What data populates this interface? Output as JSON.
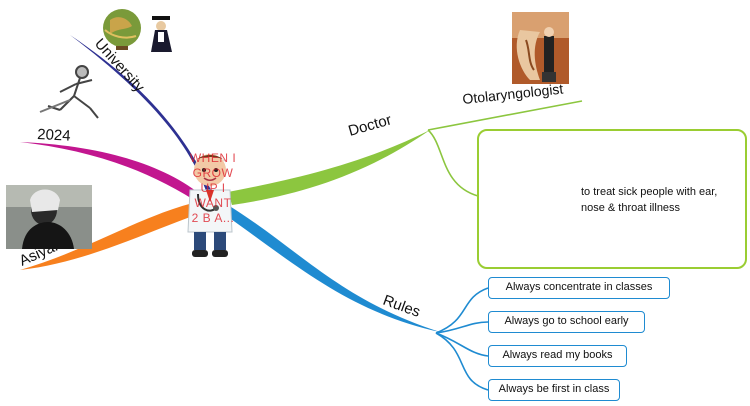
{
  "central_topic": {
    "lines": [
      "WHEN I",
      "GROW",
      "UP I",
      "WANT",
      "2 B A..."
    ]
  },
  "branches": {
    "doctor": "Doctor",
    "otolaryngologist": "Otolaryngologist",
    "rules": "Rules",
    "university": "University",
    "year": "2024",
    "name": "Asiyah"
  },
  "doctor_note": "to treat sick people with ear, nose & throat illness",
  "rules": [
    "Always concentrate in classes",
    "Always go to school early",
    "Always read my books",
    "Always be first in class"
  ],
  "colors": {
    "doctor_branch": "#8cc63f",
    "rules_branch": "#1f8bd1",
    "university_branch": "#2e3192",
    "year_branch": "#c2168f",
    "name_branch": "#f7801e"
  }
}
